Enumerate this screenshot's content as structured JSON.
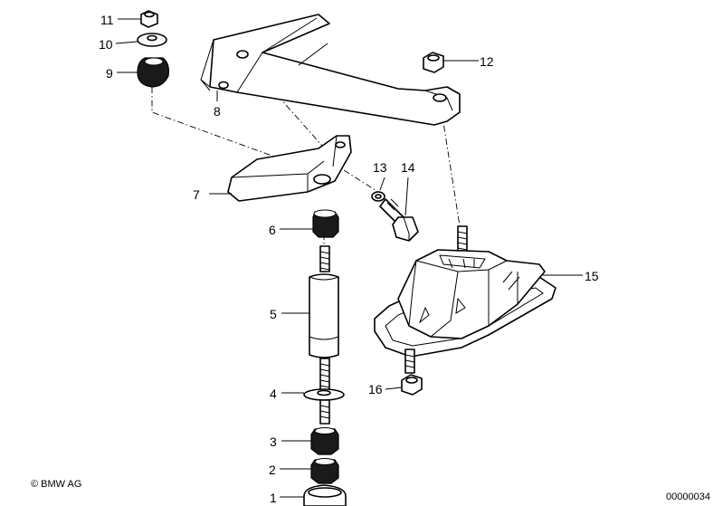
{
  "labels": {
    "p1": "1",
    "p2": "2",
    "p3": "3",
    "p4": "4",
    "p5": "5",
    "p6": "6",
    "p7": "7",
    "p8": "8",
    "p9": "9",
    "p10": "10",
    "p11": "11",
    "p12": "12",
    "p13": "13",
    "p14": "14",
    "p15": "15",
    "p16": "16"
  },
  "copyright": "© BMW AG",
  "diagram_id": "00000034"
}
